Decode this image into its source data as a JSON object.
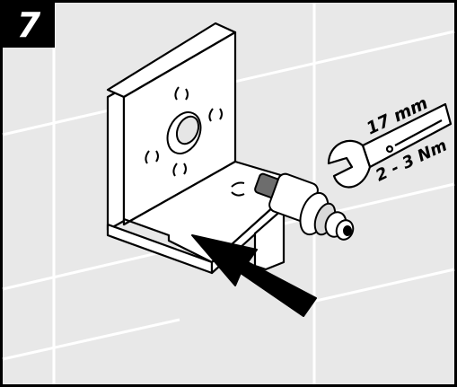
{
  "step": {
    "number": "7"
  },
  "wrench": {
    "size": "17 mm",
    "torque": "2 - 3 Nm"
  },
  "colors": {
    "wall": "#e8e8e8",
    "grout": "#ffffff",
    "line": "#000000",
    "fill": "#ffffff",
    "badge": "#000000"
  },
  "icons": {
    "arrow": "push-arrow-icon",
    "wrench": "open-end-wrench-icon"
  }
}
